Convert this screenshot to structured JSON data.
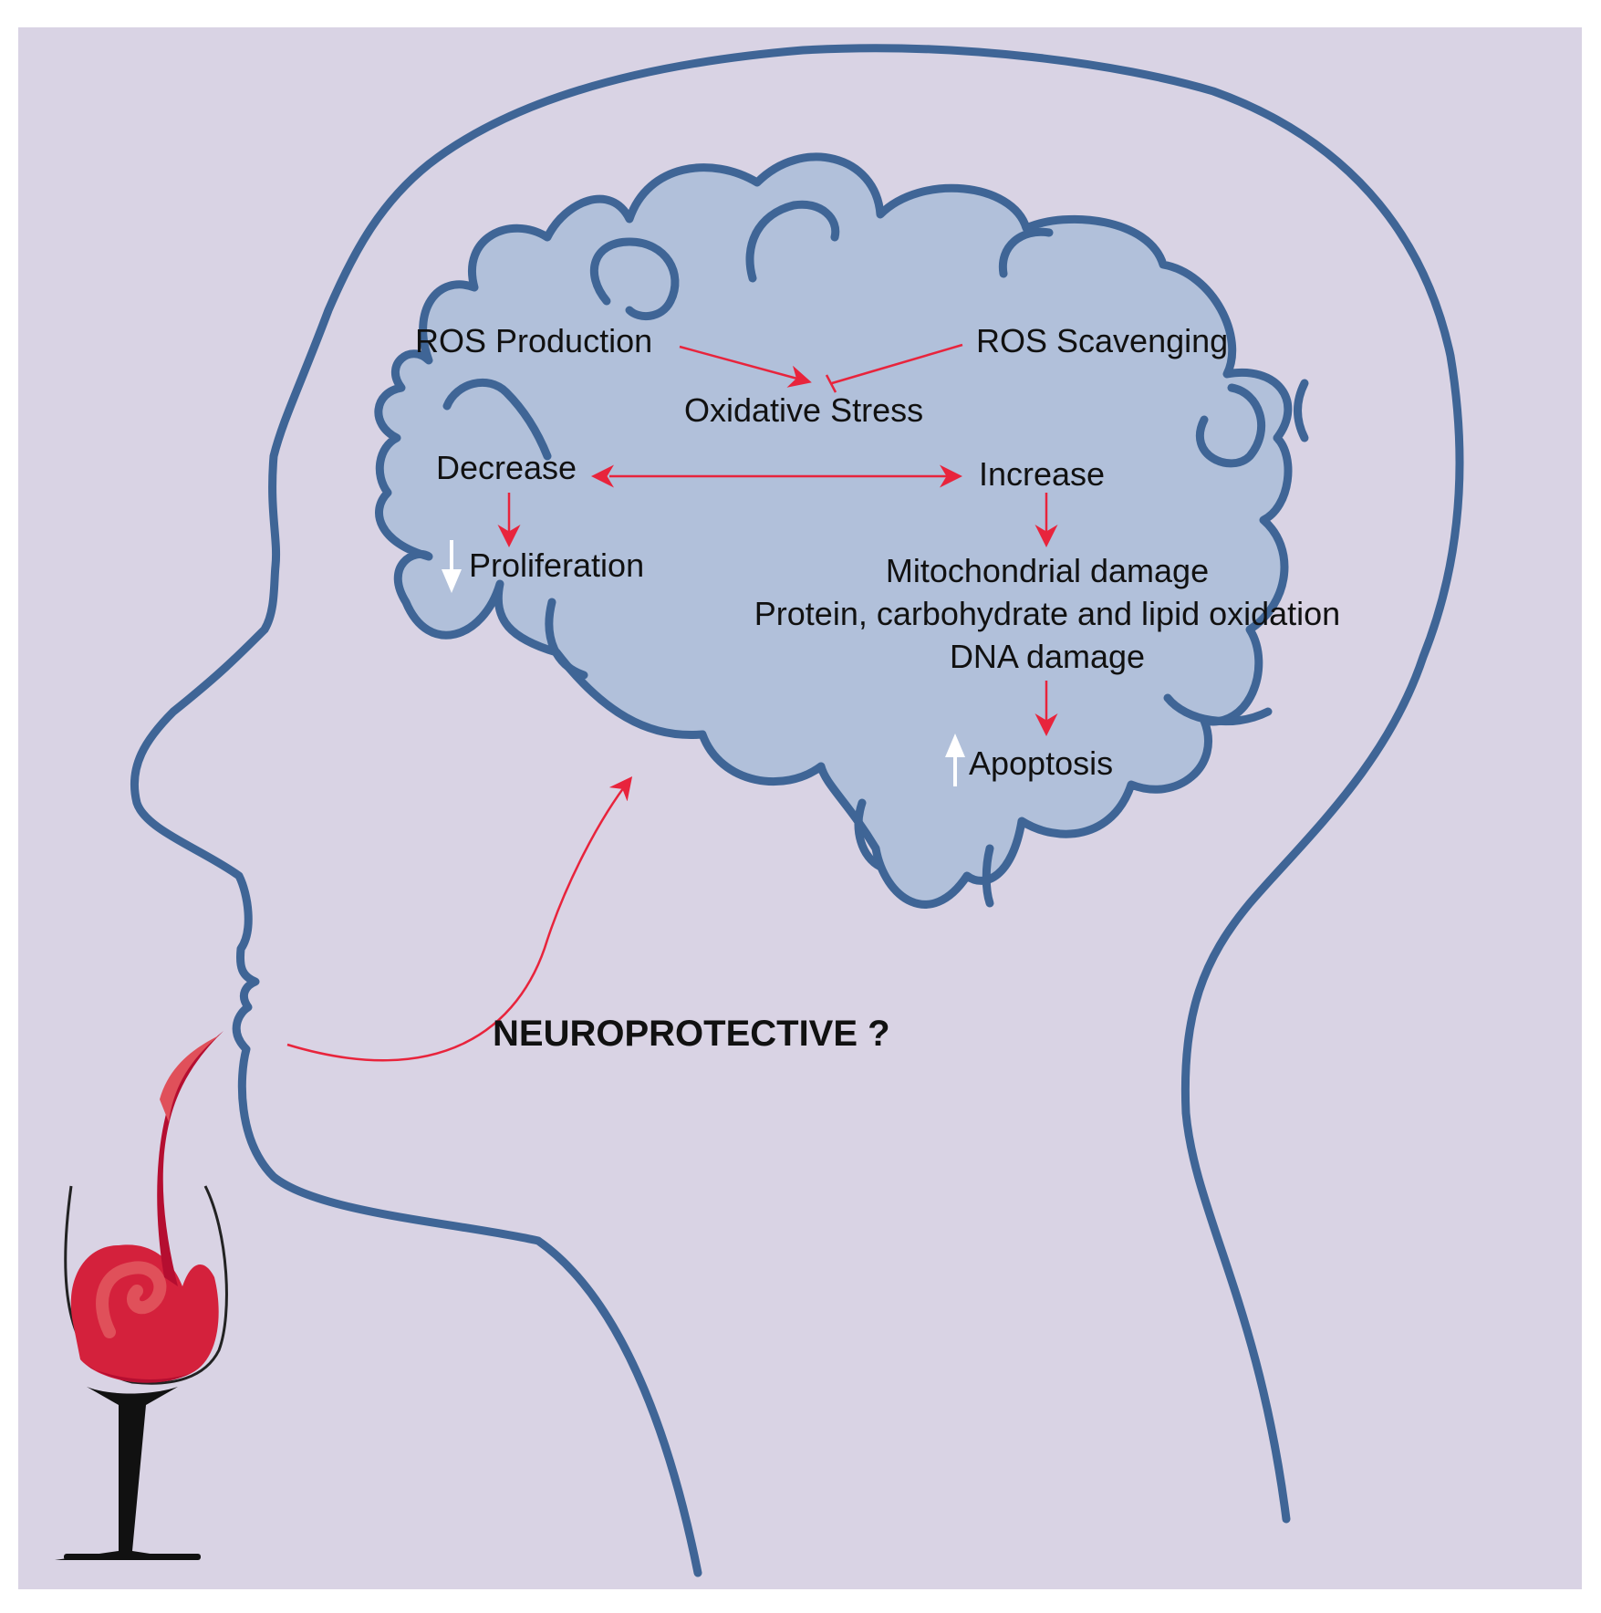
{
  "colors": {
    "panel_background": "#d9d3e4",
    "outline": "#3f6596",
    "brain_fill": "#b1c0da",
    "arrow": "#e8243c",
    "wine_dark": "#b50e30",
    "wine_mid": "#d4213c",
    "wine_light": "#e0505a",
    "glass_stem": "#111111",
    "indicator_arrow": "#ffffff"
  },
  "icons": [
    "head-profile-icon",
    "brain-icon",
    "wine-glass-icon",
    "down-arrow-icon",
    "up-arrow-icon"
  ],
  "labels": {
    "ros_production": "ROS Production",
    "ros_scavenging": "ROS Scavenging",
    "oxidative_stress": "Oxidative Stress",
    "decrease": "Decrease",
    "increase": "Increase",
    "proliferation": "Proliferation",
    "mitochondrial_damage": "Mitochondrial damage",
    "oxidation": "Protein, carbohydrate and lipid oxidation",
    "dna_damage": "DNA damage",
    "apoptosis": "Apoptosis",
    "neuroprotective": "NEUROPROTECTIVE ?"
  },
  "relations": [
    {
      "from": "ROS Production",
      "to": "Oxidative Stress",
      "type": "promotes"
    },
    {
      "from": "ROS Scavenging",
      "to": "Oxidative Stress",
      "type": "inhibits"
    },
    {
      "from": "Decrease",
      "to": "Increase",
      "type": "bidirectional"
    },
    {
      "from": "Decrease",
      "to": "Proliferation",
      "type": "leads-to",
      "indicator": "down"
    },
    {
      "from": "Increase",
      "to": "Mitochondrial damage",
      "type": "leads-to"
    },
    {
      "from": "DNA damage",
      "to": "Apoptosis",
      "type": "leads-to",
      "indicator": "up"
    },
    {
      "from": "wine",
      "to": "brain",
      "type": "leads-to"
    }
  ]
}
